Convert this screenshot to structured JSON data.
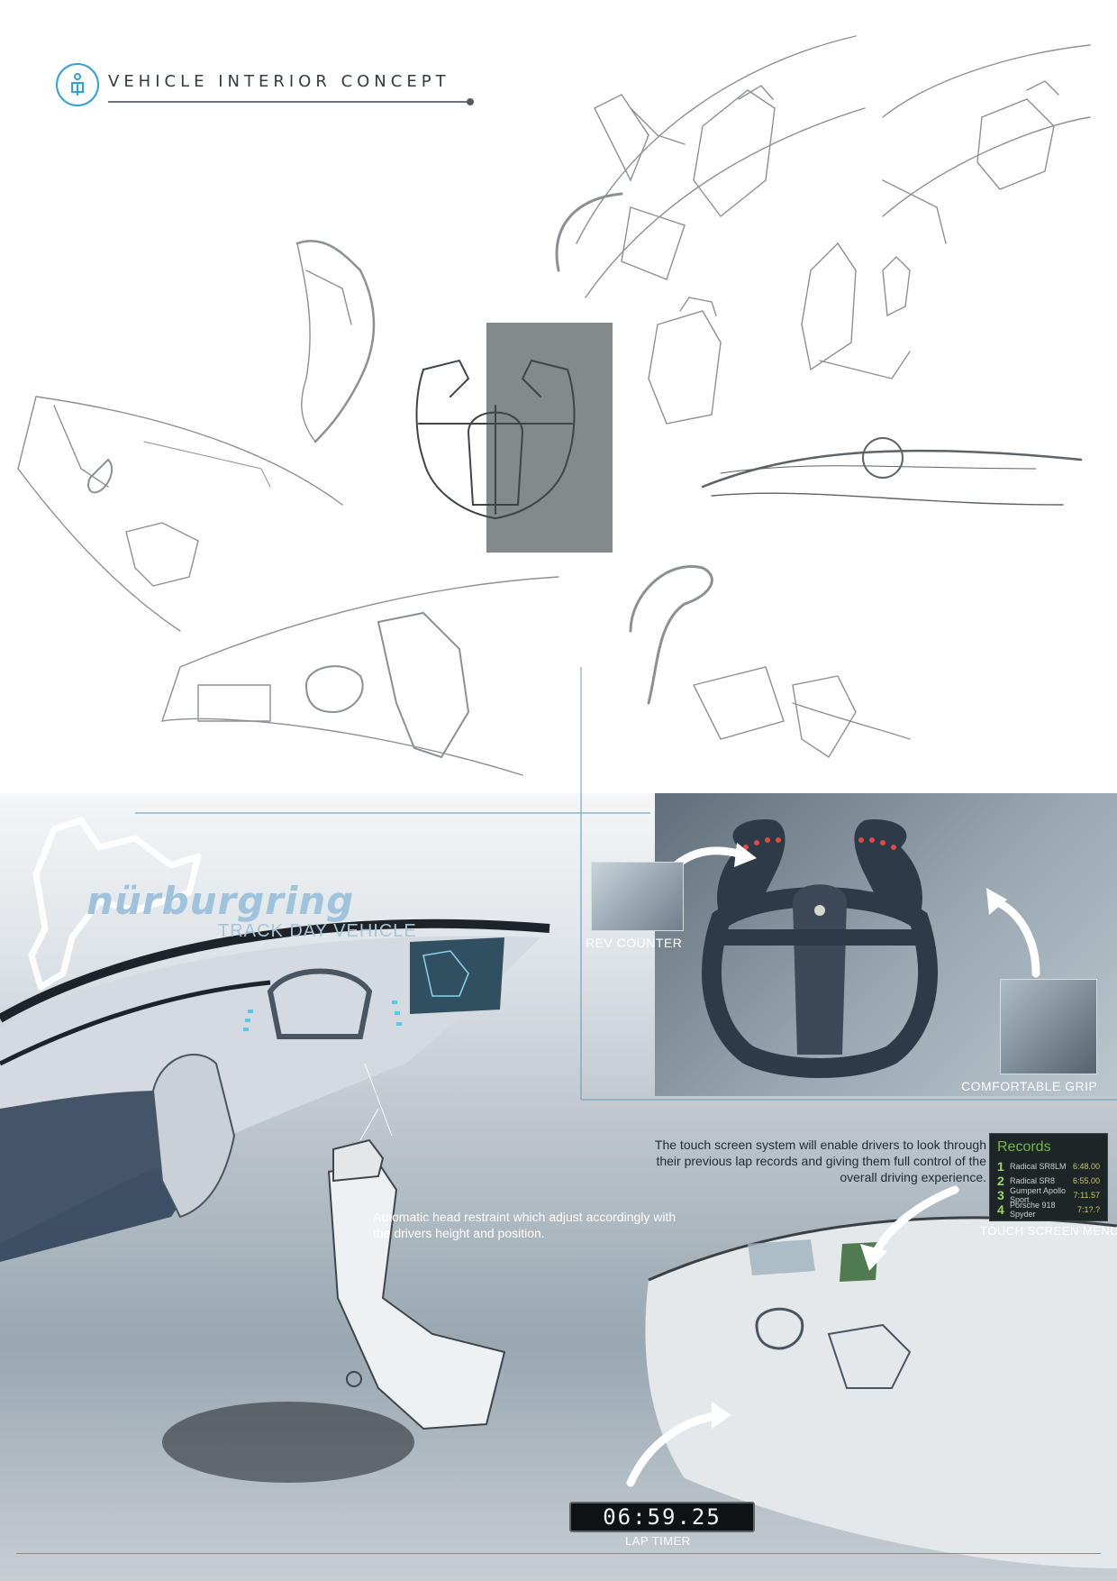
{
  "header": {
    "title": "VEHICLE INTERIOR CONCEPT"
  },
  "brand": {
    "name": "nürburgring",
    "subtitle": "TRACK DAY VEHICLE"
  },
  "labels": {
    "rev_counter": "REV COUNTER",
    "comfortable_grip": "COMFORTABLE GRIP",
    "touch_screen_menu": "TOUCH SCREEN MENU",
    "lap_timer": "LAP TIMER"
  },
  "notes": {
    "touch_screen": "The touch screen system will enable drivers to look through their previous lap records and giving them full control of the overall driving experience.",
    "head_restraint": "Automatic head restraint which adjust accordingly with the drivers height and position."
  },
  "records": {
    "title": "Records",
    "rows": [
      {
        "rank": "1",
        "name": "Radical SR8LM",
        "time": "6:48.00"
      },
      {
        "rank": "2",
        "name": "Radical SR8",
        "time": "6:55.00"
      },
      {
        "rank": "3",
        "name": "Gumpert Apollo Sport",
        "time": "7:11.57"
      },
      {
        "rank": "4",
        "name": "Porsche 918 Spyder",
        "time": "7:1?.?"
      }
    ]
  },
  "lap_timer": {
    "value": "06:59.25"
  },
  "colors": {
    "accent_blue": "#2fa3d8",
    "records_green": "#77b74f"
  }
}
